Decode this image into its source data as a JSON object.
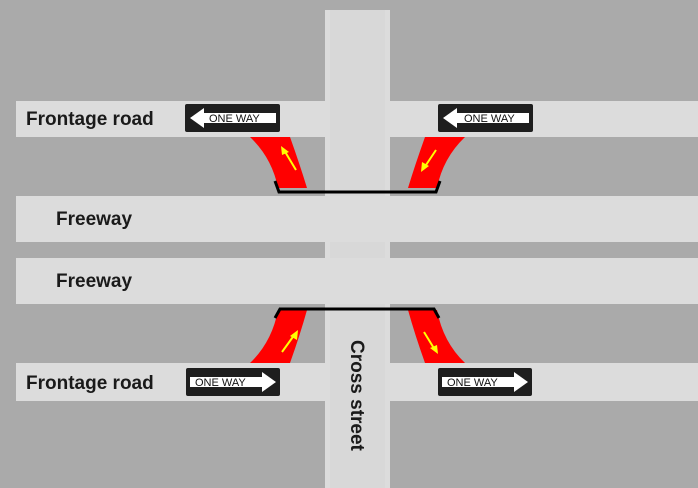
{
  "labels": {
    "frontage_road_top": "Frontage road",
    "frontage_road_bottom": "Frontage road",
    "freeway_upper": "Freeway",
    "freeway_lower": "Freeway",
    "cross_street": "Cross street"
  },
  "signs": [
    {
      "text": "ONE WAY",
      "direction": "left"
    },
    {
      "text": "ONE WAY",
      "direction": "left"
    },
    {
      "text": "ONE WAY",
      "direction": "right"
    },
    {
      "text": "ONE WAY",
      "direction": "right"
    }
  ],
  "ramps": [
    "on-ramp",
    "off-ramp",
    "off-ramp",
    "on-ramp"
  ],
  "colors": {
    "background": "#aaaaaa",
    "road": "#dddddd",
    "ramp": "#ff0000",
    "ramp_arrow": "#ffff00",
    "sign": "#1e1e1e",
    "bridge": "#000000"
  },
  "icons": [
    "left-arrow-sign-icon",
    "right-arrow-sign-icon",
    "ramp-direction-arrow-icon"
  ]
}
